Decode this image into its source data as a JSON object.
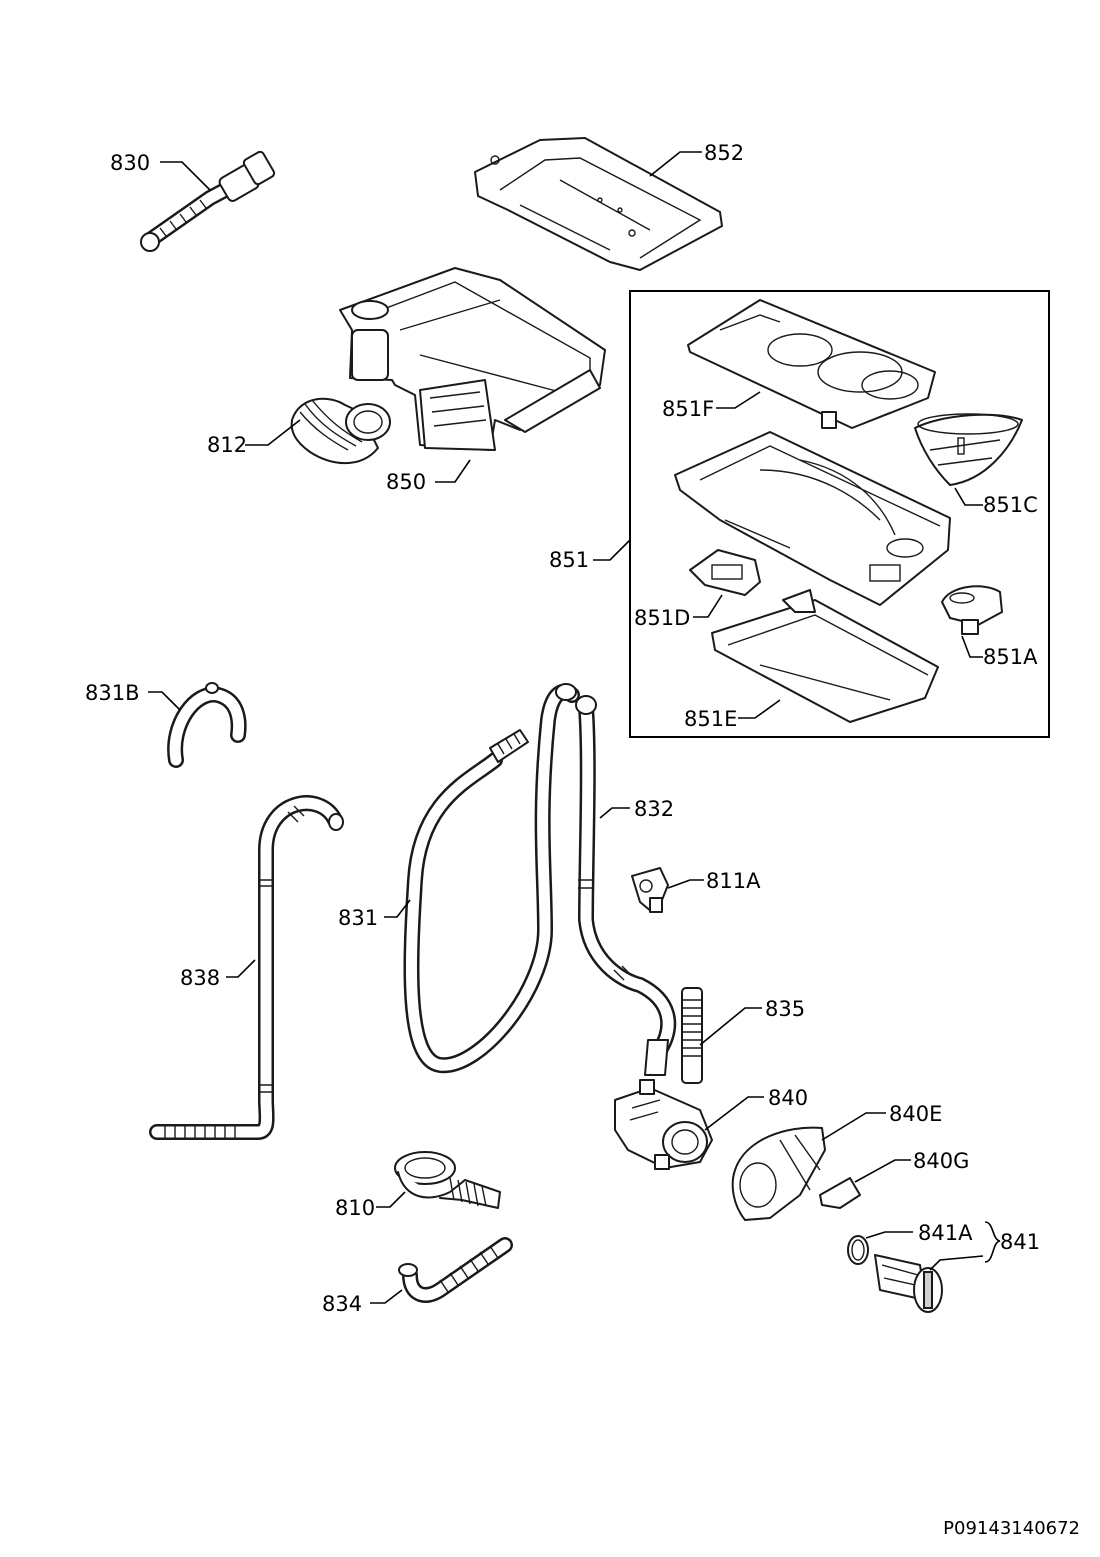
{
  "callouts": {
    "p830": "830",
    "p852": "852",
    "p812": "812",
    "p850": "850",
    "p851": "851",
    "p851F": "851F",
    "p851C": "851C",
    "p851D": "851D",
    "p851A": "851A",
    "p851E": "851E",
    "p831B": "831B",
    "p832": "832",
    "p811A": "811A",
    "p831": "831",
    "p838": "838",
    "p835": "835",
    "p840": "840",
    "p840E": "840E",
    "p840G": "840G",
    "p810": "810",
    "p841A": "841A",
    "p841": "841",
    "p834": "834"
  },
  "document_code": "P09143140672"
}
